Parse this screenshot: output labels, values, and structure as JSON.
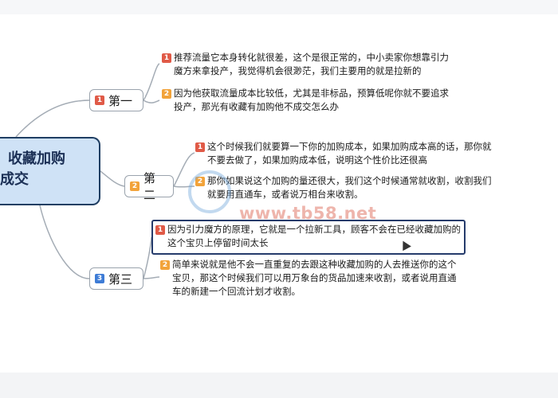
{
  "root": {
    "line1": "收藏加购",
    "line2": "成交"
  },
  "branches": [
    {
      "label": "第一",
      "badge": "1",
      "badge_color": "#e05a47",
      "leaves": [
        {
          "badge": "1",
          "badge_color": "#e05a47",
          "text": "推荐流量它本身转化就很差，这个是很正常的，中小卖家你想靠引力魔方来拿投产，我觉得机会很渺茫，我们主要用的就是拉新的"
        },
        {
          "badge": "2",
          "badge_color": "#f2a33a",
          "text": "因为他获取流量成本比较低，尤其是非标品，预算低呢你就不要追求投产，那光有收藏有加购他不成交怎么办"
        }
      ]
    },
    {
      "label": "第二",
      "badge": "2",
      "badge_color": "#f2a33a",
      "leaves": [
        {
          "badge": "1",
          "badge_color": "#e05a47",
          "text": "这个时候我们就要算一下你的加购成本，如果加购成本高的话，那你就不要去做了，如果加购成本低，说明这个性价比还很高"
        },
        {
          "badge": "2",
          "badge_color": "#f2a33a",
          "text": "那你如果说这个加购的量还很大，我们这个时候通常就收割，收割我们就要用直通车，或者说万相台来收割。"
        }
      ]
    },
    {
      "label": "第三",
      "badge": "3",
      "badge_color": "#3e7cd6",
      "leaves": [
        {
          "badge": "1",
          "badge_color": "#e05a47",
          "text": "因为引力魔方的原理，它就是一个拉新工具，顾客不会在已经收藏加购的这个宝贝上停留时间太长"
        },
        {
          "badge": "2",
          "badge_color": "#f2a33a",
          "text": "简单来说就是他不会一直重复的去跟这种收藏加购的人去推送你的这个宝贝，那这个时候我们可以用万象台的货品加速来收割，或者说用直通车的新建一个回流计划才收割。"
        }
      ]
    }
  ],
  "watermark": {
    "text": "www.tb58.net"
  },
  "colors": {
    "root_fill": "#cfe2f6",
    "root_border": "#1f3e62",
    "line": "#a4acb5",
    "highlight_border": "#253b6b"
  }
}
